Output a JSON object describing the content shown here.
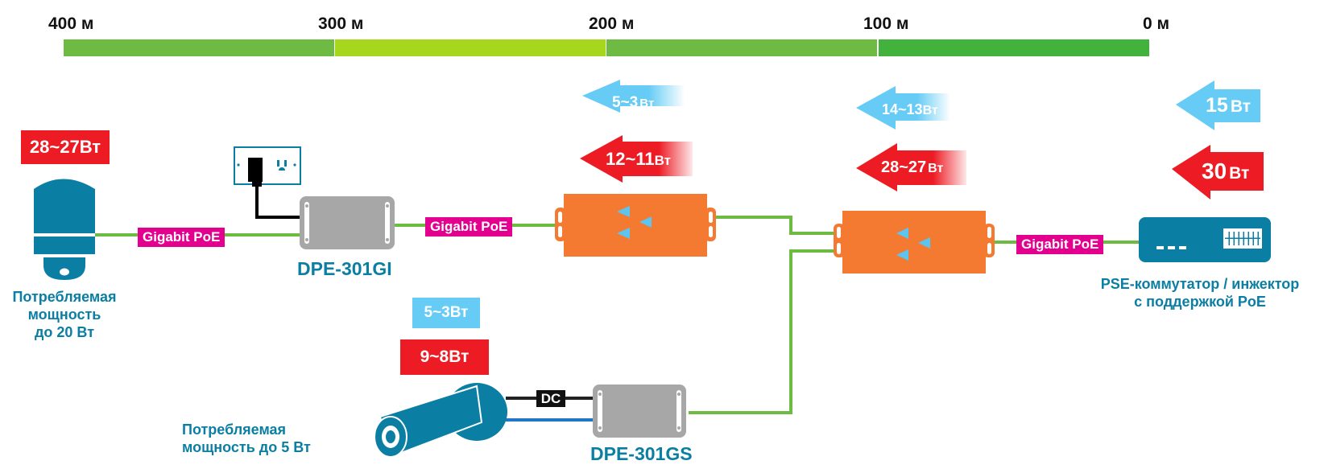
{
  "distance_scale": {
    "labels": [
      "400 м",
      "300 м",
      "200 м",
      "100 м",
      "0 м"
    ],
    "segment_colors": [
      "#6dbb42",
      "#a6d71c",
      "#6dbb42",
      "#42b23c"
    ]
  },
  "power_arrows": {
    "extender1_blue": "5~3",
    "extender1_red": "12~11",
    "extender2_blue": "14~13",
    "extender2_red": "28~27",
    "switch_blue": "15",
    "switch_red": "30",
    "unit": "Вт"
  },
  "dome_camera": {
    "power_badge": "28~27Вт",
    "caption_lines": [
      "Потребляемая",
      "мощность",
      "до 20 Вт"
    ]
  },
  "bullet_camera": {
    "blue_badge": "5~3Вт",
    "red_badge": "9~8Вт",
    "caption_lines": [
      "Потребляемая",
      "мощность до 5 Вт"
    ]
  },
  "links": {
    "gigabit_poe_label": "Gigabit PoE",
    "dc_label": "DC"
  },
  "devices": {
    "splitter_gi": "DPE-301GI",
    "splitter_gs": "DPE-301GS",
    "switch_caption_lines": [
      "PSE-коммутатор / инжектор",
      "с поддержкой PoE"
    ]
  },
  "colors": {
    "red": "#ed1c24",
    "blue": "#66ccf5",
    "orange": "#f47a32",
    "teal": "#0b7ea3",
    "cable_green": "#6dbb42",
    "magenta": "#e4008e",
    "gray": "#a7a7a7"
  }
}
